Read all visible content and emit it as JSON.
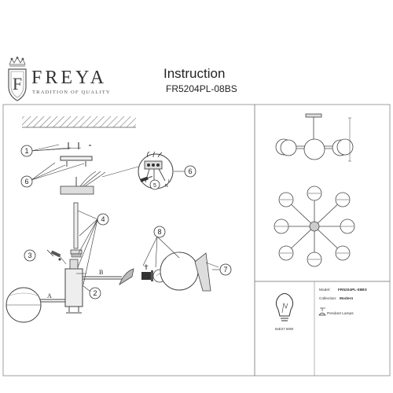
{
  "header": {
    "brand": "FREYA",
    "tagline": "TRADITION OF QUALITY",
    "logo_letter": "F",
    "title": "Instruction",
    "model_code": "FR5204PL-08BS"
  },
  "callouts": [
    "1",
    "2",
    "3",
    "4",
    "5",
    "6",
    "6",
    "7",
    "8"
  ],
  "wire_labels": [
    "L",
    "N"
  ],
  "part_labels": [
    "A",
    "B"
  ],
  "spec": {
    "model_label": "Model:",
    "model_value": "FR5204PL-08BS",
    "collection_label": "Collection:",
    "collection_value": "Modern",
    "bulb": "8xE27 60W",
    "type": "Pendant Lamps"
  },
  "icons": [
    "crown-icon",
    "shield-icon",
    "bulb-icon",
    "pendant-lamp-icon",
    "screwdriver-icon",
    "screw-icon"
  ]
}
